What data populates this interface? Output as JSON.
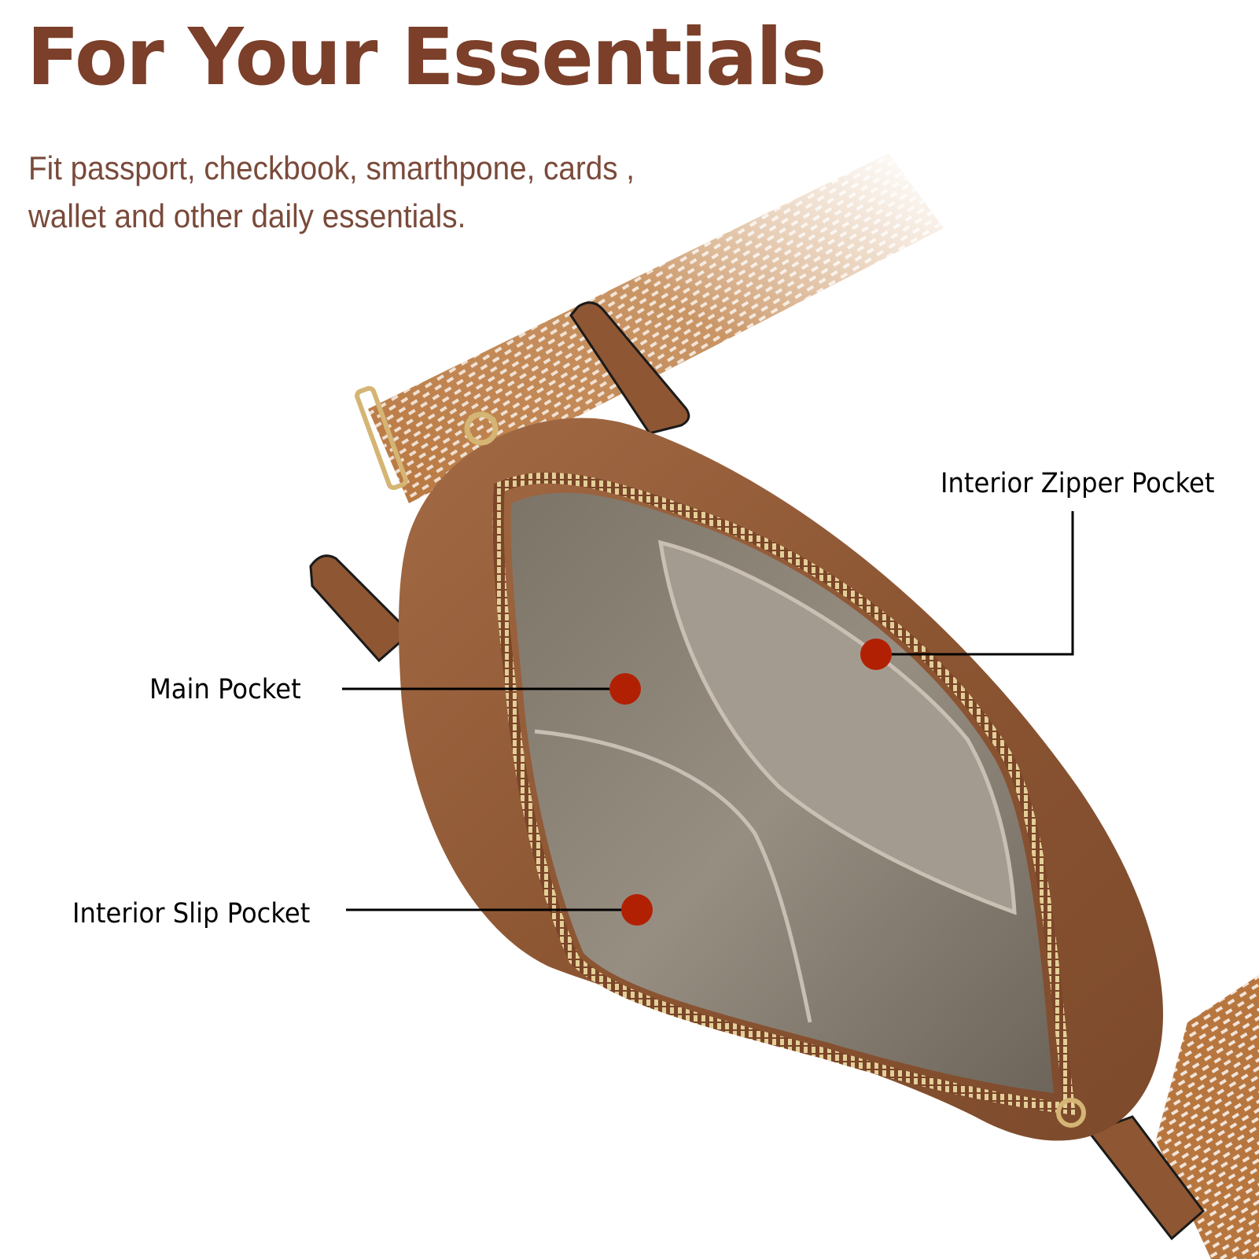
{
  "header": {
    "title": "For Your Essentials",
    "subtitle_line1": "Fit passport, checkbook, smarthpone, cards ,",
    "subtitle_line2": "wallet and other daily essentials."
  },
  "callouts": [
    {
      "label": "Interior Zipper Pocket",
      "dot": [
        1114,
        832
      ]
    },
    {
      "label": "Main Pocket",
      "dot": [
        795,
        876
      ]
    },
    {
      "label": "Interior Slip Pocket",
      "dot": [
        810,
        1157
      ]
    }
  ],
  "colors": {
    "title": "#7b3f2a",
    "subtitle": "#7a4a3a",
    "leather": "#8e5633",
    "lining": "#8a8276",
    "strap": "#b8763f",
    "zipper_teeth": "#d9c38a",
    "dot": "#b22004"
  },
  "icons": {
    "callout_dot": "red-circle"
  }
}
